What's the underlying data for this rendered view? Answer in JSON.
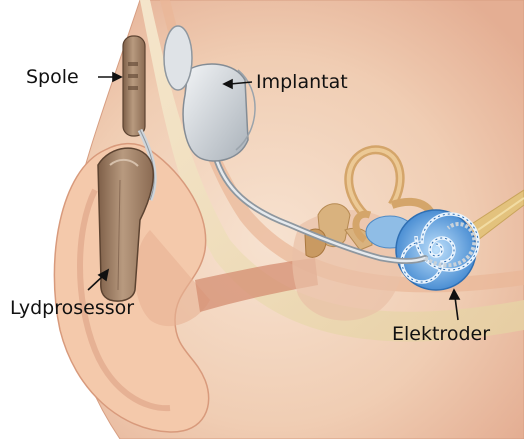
{
  "labels": {
    "coil": "Spole",
    "implant": "Implantat",
    "processor": "Lydprosessor",
    "electrodes": "Elektroder"
  },
  "colors": {
    "skin": "#f3d3bb",
    "skin_shadow": "#dca38a",
    "bone": "#f2e3bf",
    "processor": "#9c7c62",
    "implant": "#d9dee3",
    "cochlea": "#6ba9e0",
    "ossicles": "#d9b27e",
    "nerve": "#e3c27d"
  }
}
